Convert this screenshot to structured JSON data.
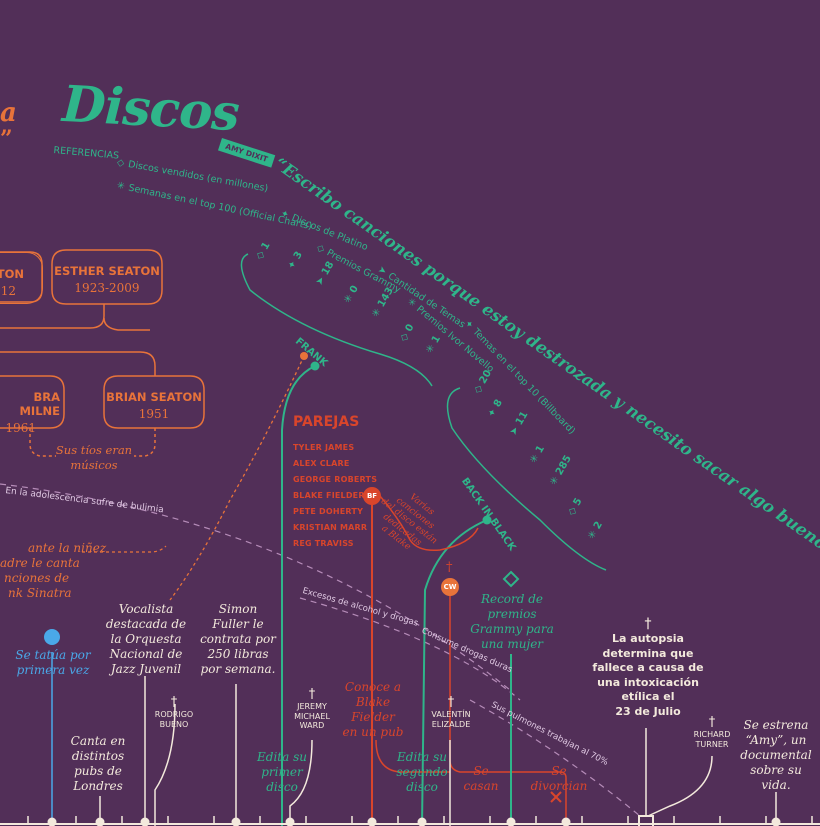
{
  "section": {
    "title": "Discos",
    "tag": "AMY DIXIT",
    "quote": "“Escribo canciones porque estoy destrozada y necesito sacar algo bueno de algo malo”",
    "left_cut_a": "a",
    "left_cut_b": "”"
  },
  "references": {
    "title": "REFERENCIAS",
    "items": [
      {
        "icon": "diamond-icon",
        "label": "Discos vendidos (en millones)"
      },
      {
        "icon": "asterisk-icon",
        "label": "Semanas en el top 100 (Official Charts)"
      },
      {
        "icon": "star-icon",
        "label": "Discos de Platino"
      },
      {
        "icon": "diamond-icon",
        "label": "Premios  Grammy"
      },
      {
        "icon": "arrow-icon",
        "label": "Cantidad de Temas"
      },
      {
        "icon": "asterisk-icon",
        "label": "Premios Ivor Novello"
      },
      {
        "icon": "star-icon",
        "label": "Temas en el top 10 (Billboard)"
      }
    ]
  },
  "albums": [
    {
      "name": "FRANK",
      "stats": [
        "1",
        "3",
        "18",
        "0",
        "143",
        "0",
        "1"
      ]
    },
    {
      "name": "BACK IN BLACK",
      "stats": [
        "20",
        "8",
        "11",
        "1",
        "285",
        "5",
        "2"
      ]
    }
  ],
  "family": [
    {
      "name": "ATON",
      "years": "12"
    },
    {
      "name": "ESTHER SEATON",
      "years": "1923-2009"
    },
    {
      "name": "BRA MILNE",
      "years": "1961"
    },
    {
      "name": "BRIAN SEATON",
      "years": "1951"
    }
  ],
  "family_note": "Sus tíos eran músicos",
  "childhood_note": [
    "ante la niñez",
    "adre le canta",
    "nciones de",
    "nk Sinatra"
  ],
  "parejas": {
    "title": "PAREJAS",
    "names": [
      "TYLER JAMES",
      "ALEX CLARE",
      "GEORGE ROBERTS",
      "BLAKE FIELDER",
      "PETE DOHERTY",
      "KRISTIAN MARR",
      "REG TRAVISS"
    ]
  },
  "badges": {
    "bf": "BF",
    "cw": "CW"
  },
  "blake_note": [
    "Varias",
    "canciones",
    "del disco están",
    "dedicadas",
    "a Blake"
  ],
  "grammy_record": [
    "Record de",
    "premios",
    "Grammy para",
    "una mujer"
  ],
  "dashed_labels": {
    "bulimia": "En la adolescencia sufre de bulimia",
    "alcohol": "Excesos de alcohol y drogas",
    "hard_drugs": "Consume drogas duras",
    "lungs": "Sus pulmones trabajan al 70%"
  },
  "timeline": {
    "tattoo": [
      "Se tatúa por",
      "primera vez"
    ],
    "pubs": [
      "Canta en",
      "distintos",
      "pubs de",
      "Londres"
    ],
    "orchestra": [
      "Vocalista",
      "destacada de",
      "la Orquesta",
      "Nacional de",
      "Jazz Juvenil"
    ],
    "fuller": [
      "Simon",
      "Fuller le",
      "contrata por",
      "250 libras",
      "por semana."
    ],
    "rodrigo": [
      "RODRIGO",
      "BUENO"
    ],
    "jeremy": [
      "JEREMY",
      "MICHAEL",
      "WARD"
    ],
    "valentin": [
      "VALENTÍN",
      "ELIZALDE"
    ],
    "richard": [
      "RICHARD",
      "TURNER"
    ],
    "first_album": [
      "Edita su",
      "primer",
      "disco"
    ],
    "meets_blake": [
      "Conoce a",
      "Blake",
      "Fielder",
      "en un pub"
    ],
    "second_album": [
      "Edita su",
      "segundo",
      "disco"
    ],
    "marry": [
      "Se",
      "casan"
    ],
    "divorce": [
      "Se",
      "divorcian"
    ],
    "autopsy": [
      "La autopsia",
      "determina que",
      "fallece a causa de",
      "una intoxicación",
      "etílica el",
      "23 de Julio"
    ],
    "documentary": [
      "Se estrena",
      "“Amy”, un",
      "documental",
      "sobre su",
      "vida."
    ]
  },
  "colors": {
    "background": "#522f58",
    "green": "#2fb58a",
    "orange": "#e8733a",
    "cream": "#f3e9dc",
    "red": "#d9452b",
    "blue": "#4aa8e8"
  }
}
